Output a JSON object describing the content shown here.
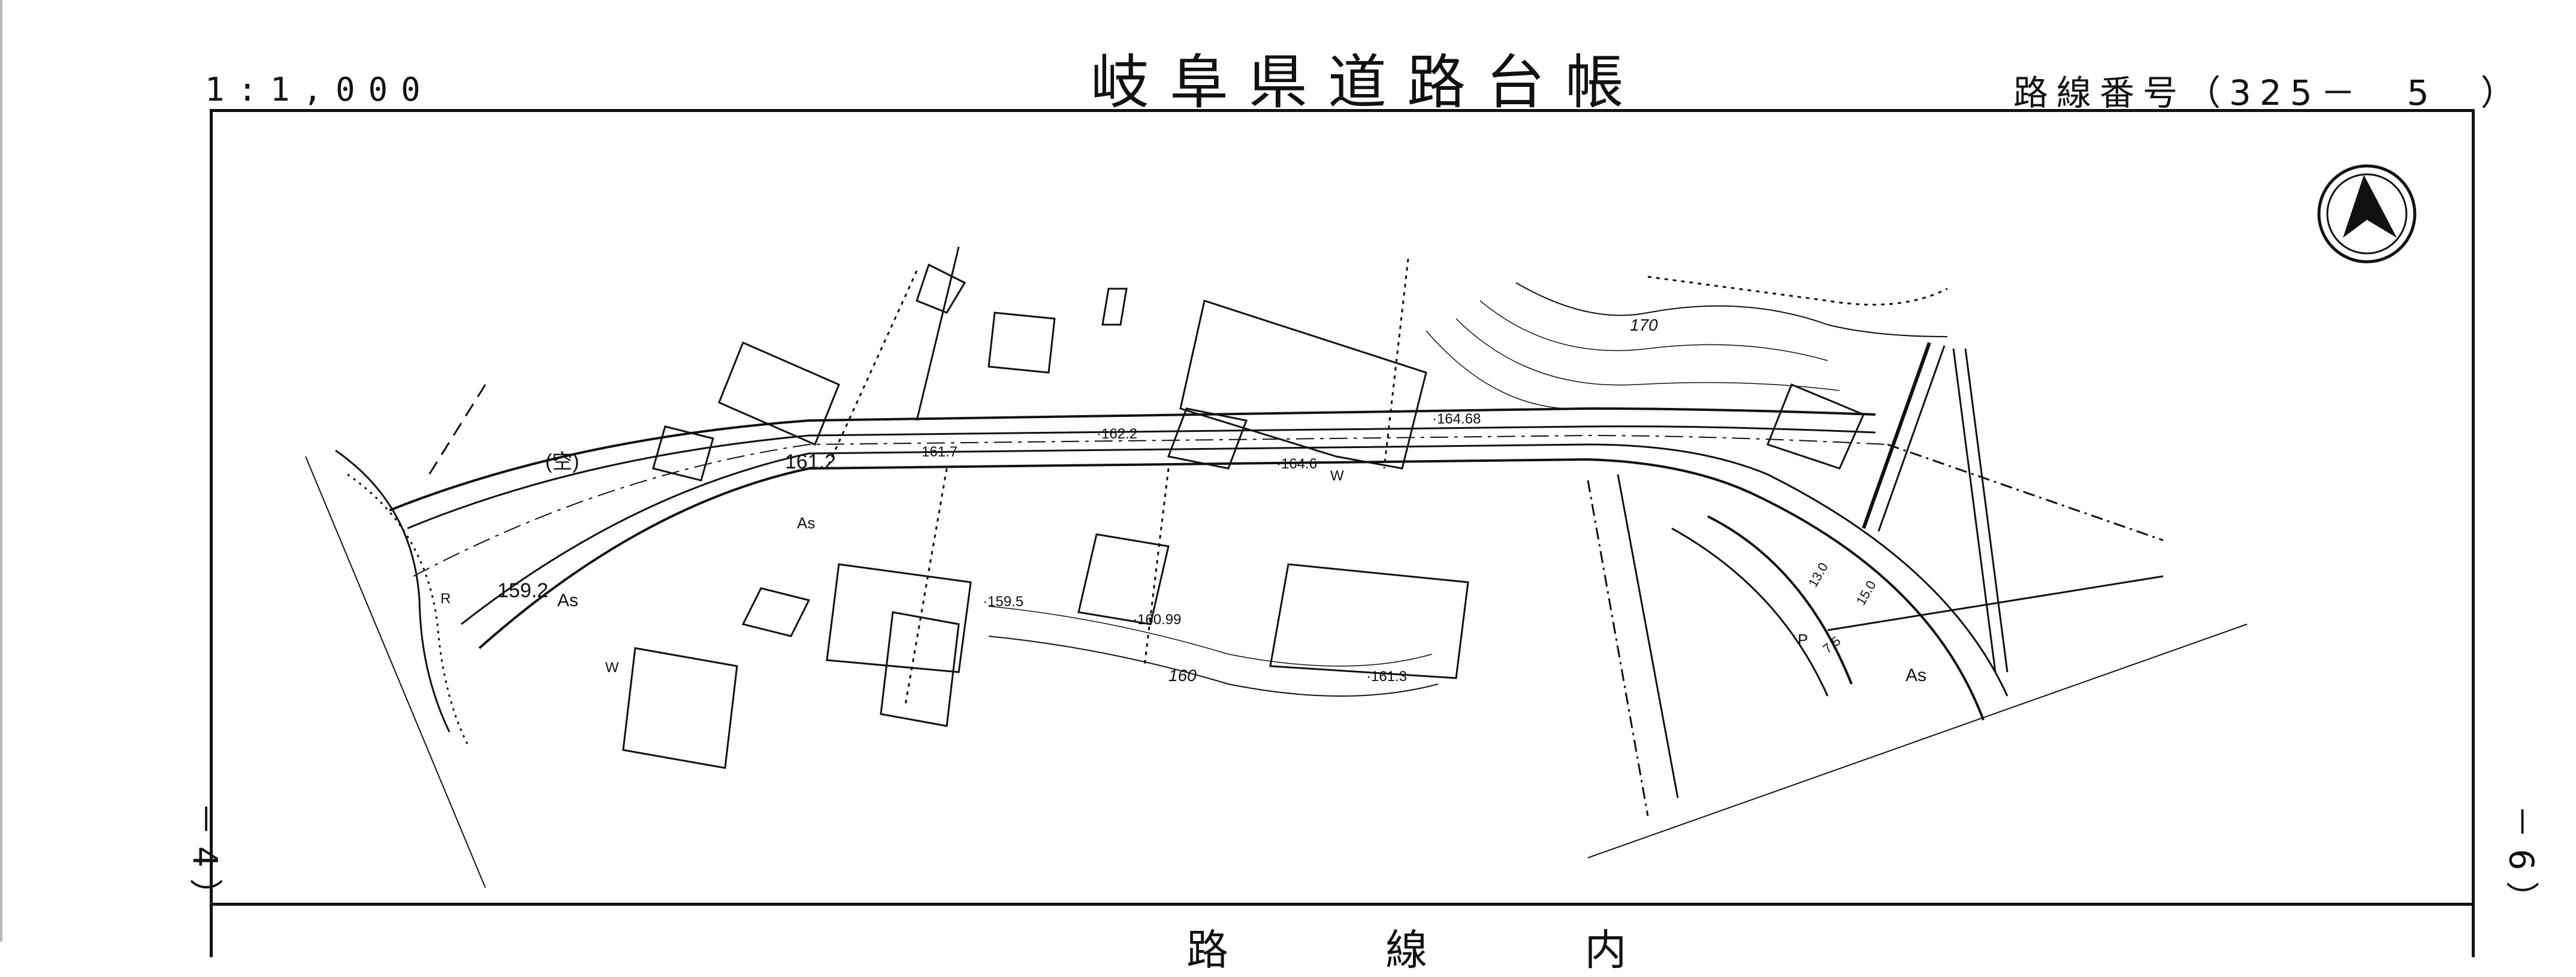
{
  "header": {
    "scale": "1:1,000",
    "title": "岐阜県道路台帳",
    "route_number": "路線番号（325－　5　）"
  },
  "side_marks": {
    "left": "－ 4 ）",
    "right": "－ 6 ）"
  },
  "bottom_cut_text": "路 線 内",
  "map": {
    "vacant_label": "(空)",
    "elevations": {
      "e1612": "161.2",
      "e1592": "159.2",
      "e1617": "·161.7",
      "e1622": "·162.2",
      "e1646": "·164.6",
      "e16468": "·164.68",
      "e1595": "·159.5",
      "e16099": "·160.99",
      "e1613": "·161.3"
    },
    "contours": {
      "c170": "170",
      "c160": "160"
    },
    "surface_labels": {
      "as1": "As",
      "as2": "As",
      "as3": "As"
    },
    "symbols": {
      "w1": "W",
      "w2": "W",
      "r": "R",
      "p": "P"
    },
    "dims": {
      "d130": "13.0",
      "d150": "15.0",
      "d75": "7.5"
    },
    "north_arrow": "north-arrow"
  },
  "colors": {
    "line": "#111111",
    "background": "#ffffff"
  }
}
